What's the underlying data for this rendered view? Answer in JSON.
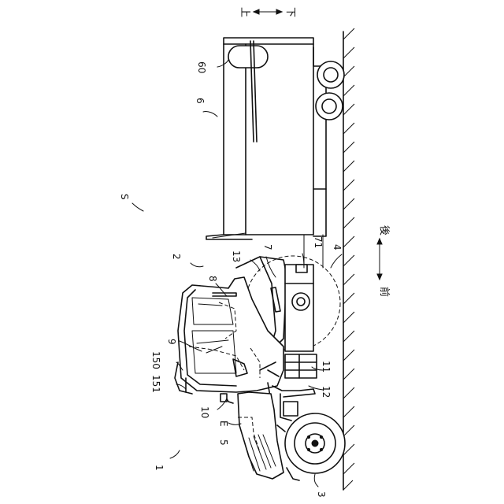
{
  "figure": {
    "labels": {
      "n1": "1",
      "n2": "2",
      "n3": "3",
      "n4": "4",
      "n5": "5",
      "n6": "6",
      "n7": "7",
      "n8": "8",
      "n9": "9",
      "n10": "10",
      "n11": "11",
      "n12": "12",
      "n13": "13",
      "n60": "60",
      "n71": "71",
      "n150": "150",
      "n151": "151",
      "nS": "S",
      "nE": "E"
    },
    "direction": {
      "front": "前",
      "rear": "後",
      "top": "上",
      "bottom": "下"
    }
  }
}
